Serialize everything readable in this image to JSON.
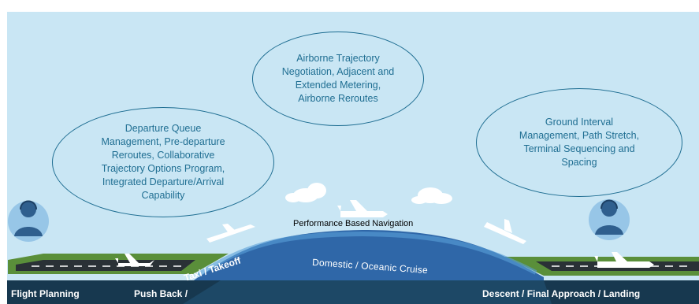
{
  "bubbles": {
    "airborne": {
      "lines": [
        "Airborne Trajectory",
        "Negotiation, Adjacent and",
        "Extended Metering,",
        "Airborne Reroutes"
      ]
    },
    "ground": {
      "lines": [
        "Ground Interval",
        "Management, Path Stretch,",
        "Terminal Sequencing and",
        "Spacing"
      ]
    },
    "departure": {
      "lines": [
        "Departure Queue",
        "Management, Pre-departure",
        "Reroutes, Collaborative",
        "Trajectory Options Program,",
        "Integrated Departure/Arrival",
        "Capability"
      ]
    }
  },
  "labels": {
    "pbn": "Performance Based Navigation",
    "cruise": "Domestic / Oceanic Cruise"
  },
  "phases": {
    "flight_planning": "Flight Planning",
    "pushback_prefix": "Push Back /",
    "taxi_takeoff": "Taxi / Takeoff",
    "descent": "Descent / Final Approach / Landing"
  },
  "icons": {
    "left_person": "controller-headset-icon",
    "right_person": "controller-headset-icon",
    "aircraft": "airplane-icon",
    "cloud": "cloud-icon"
  },
  "colors": {
    "sky": "#c9e6f4",
    "bubble_text": "#1f6e92",
    "runway_green": "#5a8f3a",
    "cruise_blue": "#2f67a8",
    "cruise_light": "#5aa0d8",
    "phase_bar": "#17384f"
  }
}
